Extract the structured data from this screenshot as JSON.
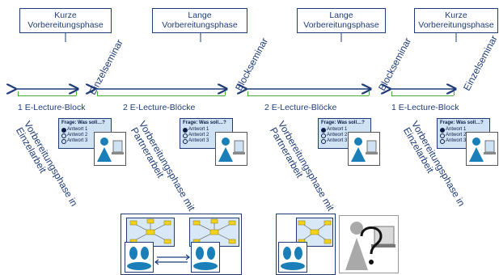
{
  "phase_boxes": [
    {
      "line1": "Kurze",
      "line2": "Vorbereitungsphase"
    },
    {
      "line1": "Lange",
      "line2": "Vorbereitungsphase"
    },
    {
      "line1": "Lange",
      "line2": "Vorbereitungsphase"
    },
    {
      "line1": "Kurze",
      "line2": "Vorbereitungsphase"
    }
  ],
  "seminars": [
    "Einzelseminar",
    "Blockseminar",
    "Blockseminar",
    "Einzelseminar"
  ],
  "block_labels": [
    "1 E-Lecture-Block",
    "2 E-Lecture-Blöcke",
    "2 E-Lecture-Blöcke",
    "1 E-Lecture-Block"
  ],
  "prep_labels": [
    {
      "line1": "Vorbereitungsphase in",
      "line2": "Einzelarbeit"
    },
    {
      "line1": "Vorbereitungsphase mit",
      "line2": "Partnerarbeit"
    },
    {
      "line1": "Vorbereitungsphase mit",
      "line2": "Partnerarbeit"
    },
    {
      "line1": "Vorbereitungsphase in",
      "line2": "Einzelarbeit"
    }
  ],
  "quiz": {
    "question": "Frage: Was soll…?",
    "answers": [
      "Antwort 1",
      "Antwort 2",
      "Antwort 3"
    ]
  },
  "colors": {
    "text": "#1f3c78",
    "bracket": "#4caf3c",
    "quiz_bg": "#cfe2f3",
    "person": "#1a7fb8"
  },
  "icons": [
    "person-at-laptop-icon",
    "partner-pair-icon",
    "mind-map-icon",
    "question-mark-person-icon"
  ]
}
